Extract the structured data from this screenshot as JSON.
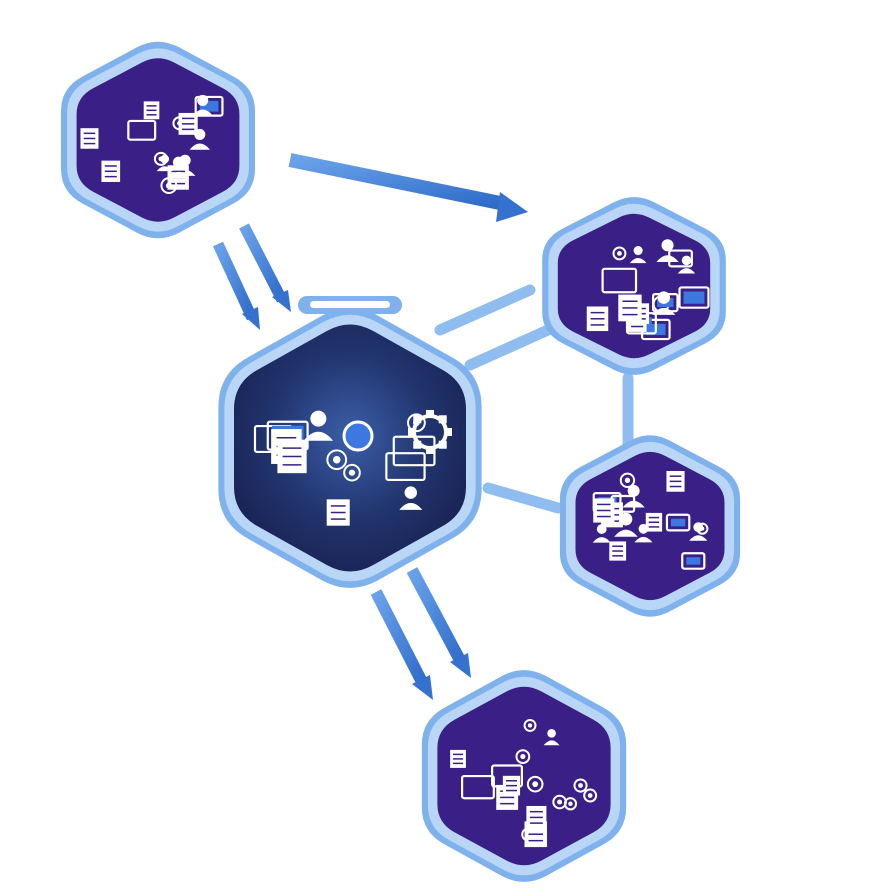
{
  "diagram": {
    "kind": "network-of-hexagonal-nodes",
    "colors": {
      "frame_outer": "#7fb2ec",
      "frame_inner": "#b9d6f6",
      "panel_purple": "#3a1f86",
      "panel_dark_blue": "#1f2e66",
      "arrow_blue": "#3f7fd6",
      "connector": "#8fbdf0",
      "icon_white": "#ffffff",
      "icon_accent": "#3d77e0"
    },
    "nodes": [
      {
        "id": "top-left",
        "panel": "panel_purple",
        "icons": "mixed-ui-icons"
      },
      {
        "id": "center-hub",
        "panel": "panel_dark_blue",
        "icons": "gear-and-document-icons"
      },
      {
        "id": "right-upper",
        "panel": "panel_purple",
        "icons": "mixed-ui-icons"
      },
      {
        "id": "right-lower",
        "panel": "panel_purple",
        "icons": "mixed-ui-icons"
      },
      {
        "id": "bottom",
        "panel": "panel_purple",
        "icons": "mixed-ui-icons"
      }
    ],
    "edges": [
      {
        "from": "top-left",
        "to": "right-upper",
        "style": "arrow"
      },
      {
        "from": "top-left",
        "to": "center-hub",
        "style": "double-arrow"
      },
      {
        "from": "center-hub",
        "to": "bottom",
        "style": "double-arrow"
      },
      {
        "from": "center-hub",
        "to": "right-upper",
        "style": "connector"
      },
      {
        "from": "center-hub",
        "to": "right-lower",
        "style": "connector"
      },
      {
        "from": "right-upper",
        "to": "right-lower",
        "style": "connector"
      }
    ]
  }
}
